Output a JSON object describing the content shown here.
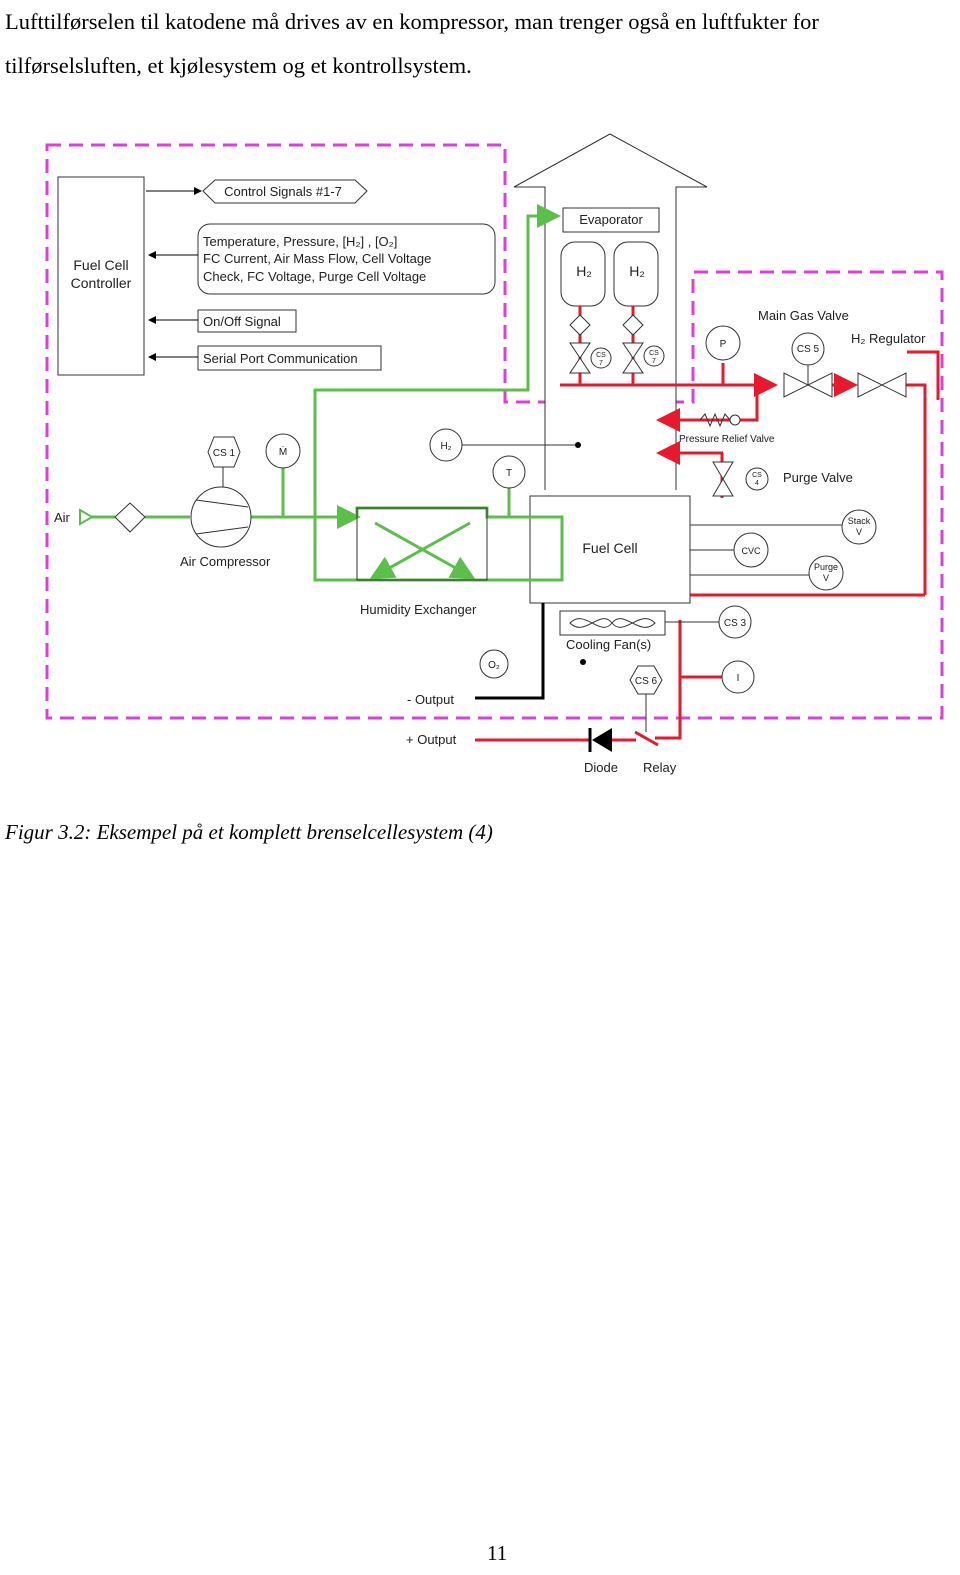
{
  "paragraph": "Lufttilførselen til katodene må drives av en kompressor, man trenger også en luftfukter for tilførselsluften, et kjølesystem og et kontrollsystem.",
  "figure": {
    "caption": "Figur 3.2: Eksempel på et komplett brenselcellesystem (4)",
    "labels": {
      "fuel_cell_controller_1": "Fuel Cell",
      "fuel_cell_controller_2": "Controller",
      "control_signals": "Control Signals #1-7",
      "sensor_line1": "Temperature, Pressure,  [H₂]  ,  [O₂]",
      "sensor_line2": "FC Current, Air Mass Flow, Cell Voltage",
      "sensor_line3": "Check, FC Voltage, Purge Cell Voltage",
      "on_off": "On/Off Signal",
      "serial_port": "Serial Port Communication",
      "evaporator": "Evaporator",
      "h2_tank": "H₂",
      "main_gas_valve": "Main Gas Valve",
      "h2_regulator": "H₂ Regulator",
      "pressure_relief": "Pressure Relief Valve",
      "purge_valve": "Purge Valve",
      "air": "Air",
      "air_compressor": "Air Compressor",
      "humidity_exchanger": "Humidity Exchanger",
      "fuel_cell": "Fuel Cell",
      "cooling_fans": "Cooling Fan(s)",
      "neg_output": "- Output",
      "pos_output": "+ Output",
      "diode": "Diode",
      "relay": "Relay",
      "cs1": "CS 1",
      "cs3": "CS 3",
      "cs4": "CS 4",
      "cs5": "CS 5",
      "cs6": "CS 6",
      "cs7": "CS 7",
      "mdot": "Ṁ",
      "p": "P",
      "t": "T",
      "h2_sensor": "H₂",
      "o2_sensor": "O₂",
      "cvc": "CVC",
      "stack_v": "Stack V",
      "purge_v": "Purge V",
      "i": "I"
    }
  },
  "page_number": "11",
  "colors": {
    "dashed_border": "#e03de0",
    "air_line": "#5bbf4a",
    "h2_line": "#e8192c",
    "signal_line": "#000000"
  }
}
